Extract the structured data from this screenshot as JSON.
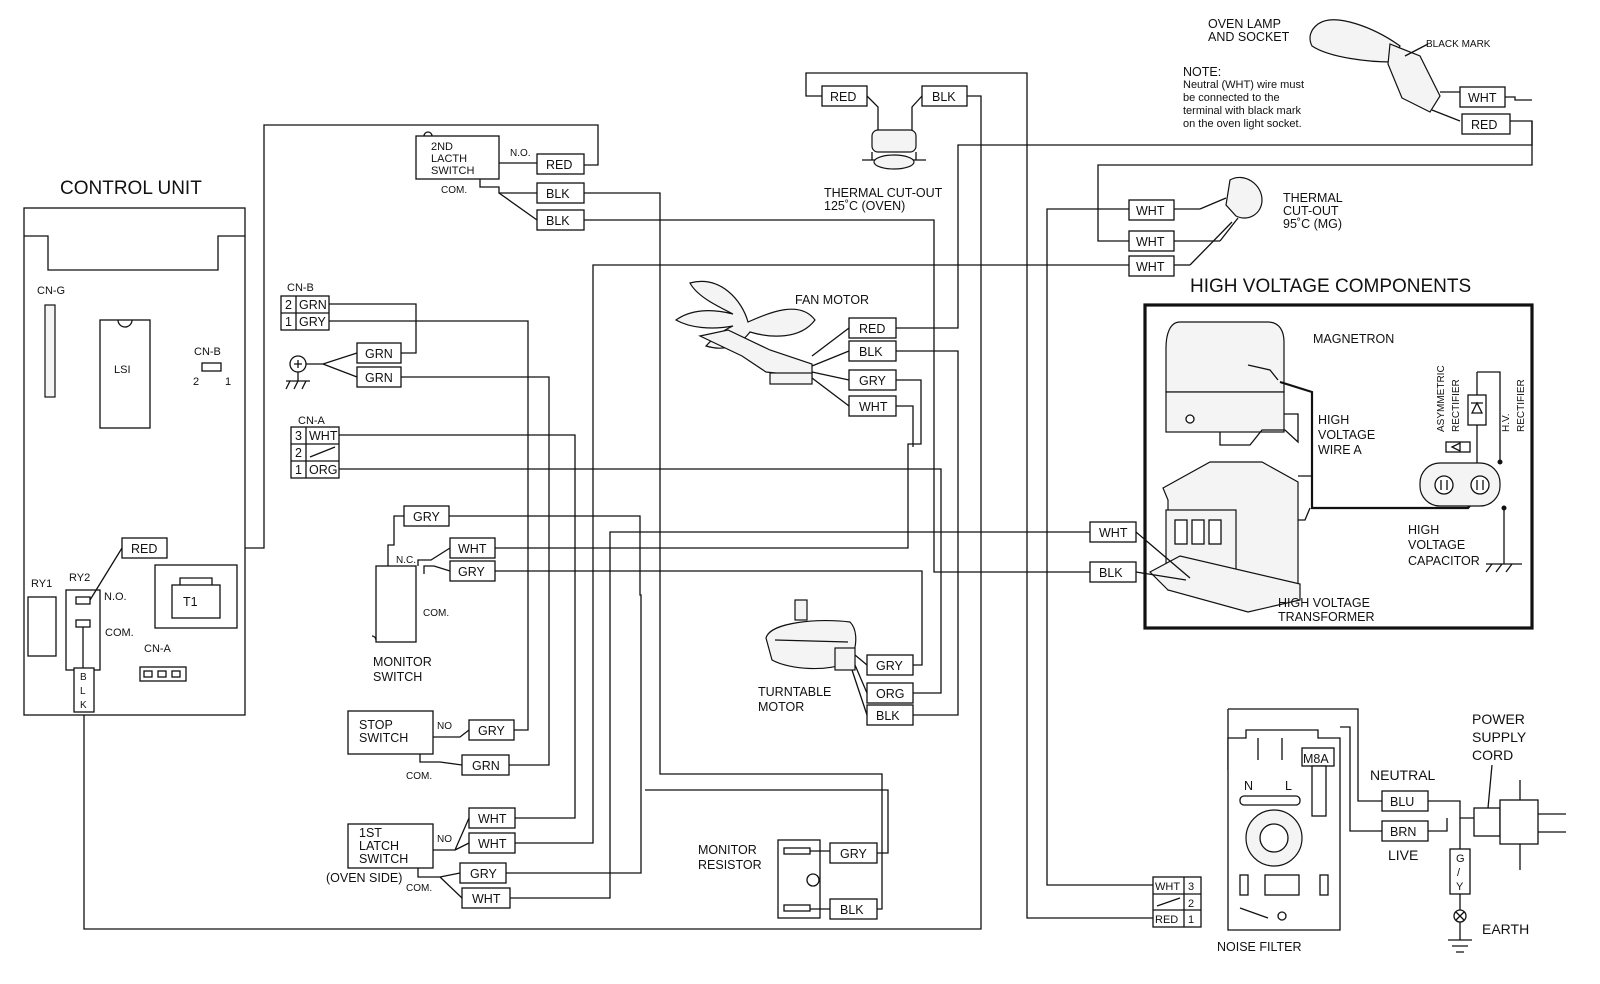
{
  "titles": {
    "control_unit": "CONTROL UNIT",
    "high_voltage": "HIGH VOLTAGE COMPONENTS"
  },
  "control_unit": {
    "cn_g": "CN-G",
    "lsi": "LSI",
    "cn_b": "CN-B",
    "cn_b_pin2": "2",
    "cn_b_pin1": "1",
    "ry1": "RY1",
    "ry2": "RY2",
    "no": "N.O.",
    "com": "COM.",
    "t1": "T1",
    "cn_a": "CN-A",
    "red": "RED",
    "blk": [
      "B",
      "L",
      "K"
    ]
  },
  "latch2": {
    "label": [
      "2ND",
      "LACTH",
      "SWITCH"
    ],
    "no": "N.O.",
    "com": "COM.",
    "red": "RED",
    "blk1": "BLK",
    "blk2": "BLK"
  },
  "cnb_connector": {
    "title": "CN-B",
    "pin2": "2",
    "pin2_color": "GRN",
    "pin1": "1",
    "pin1_color": "GRY"
  },
  "ground_wires": {
    "grn1": "GRN",
    "grn2": "GRN"
  },
  "cna_connector": {
    "title": "CN-A",
    "pin3": "3",
    "pin3_color": "WHT",
    "pin2": "2",
    "pin1": "1",
    "pin1_color": "ORG"
  },
  "monitor_switch": {
    "label": [
      "MONITOR",
      "SWITCH"
    ],
    "nc": "N.C.",
    "com": "COM.",
    "gry_top": "GRY",
    "wht": "WHT",
    "gry": "GRY"
  },
  "stop_switch": {
    "label": [
      "STOP",
      "SWITCH"
    ],
    "no": "NO",
    "com": "COM.",
    "gry": "GRY",
    "grn": "GRN"
  },
  "latch1": {
    "label": [
      "1ST",
      "LATCH",
      "SWITCH"
    ],
    "note": "(OVEN SIDE)",
    "no": "NO",
    "com": "COM.",
    "wht1": "WHT",
    "wht2": "WHT",
    "gry": "GRY",
    "wht3": "WHT"
  },
  "thermal_oven": {
    "red": "RED",
    "blk": "BLK",
    "label": [
      "THERMAL CUT-OUT",
      "125˚C (OVEN)"
    ]
  },
  "fan_motor": {
    "label": "FAN MOTOR",
    "red": "RED",
    "blk": "BLK",
    "gry": "GRY",
    "wht": "WHT"
  },
  "turntable": {
    "label": [
      "TURNTABLE",
      "MOTOR"
    ],
    "gry": "GRY",
    "org": "ORG",
    "blk": "BLK"
  },
  "monitor_resistor": {
    "label": [
      "MONITOR",
      "RESISTOR"
    ],
    "gry": "GRY",
    "blk": "BLK"
  },
  "oven_lamp": {
    "label": [
      "OVEN LAMP",
      "AND SOCKET"
    ],
    "black_mark": "BLACK MARK",
    "note_title": "NOTE:",
    "note": [
      "Neutral  (WHT)  wire  must",
      "be    connected    to    the",
      "terminal  with  black  mark",
      "on the oven light socket."
    ],
    "wht": "WHT",
    "red": "RED"
  },
  "thermal_mg": {
    "label": [
      "THERMAL",
      "CUT-OUT",
      "95˚C (MG)"
    ],
    "wht1": "WHT",
    "wht2": "WHT",
    "wht3": "WHT"
  },
  "hv": {
    "magnetron": "MAGNETRON",
    "wire_a": [
      "HIGH",
      "VOLTAGE",
      "WIRE A"
    ],
    "asym": [
      "ASYMMETRIC",
      "RECTIFIER"
    ],
    "hv_rect": [
      "H.V.",
      "RECTIFIER"
    ],
    "capacitor": [
      "HIGH",
      "VOLTAGE",
      "CAPACITOR"
    ],
    "transformer": [
      "HIGH VOLTAGE",
      "TRANSFORMER"
    ],
    "wht": "WHT",
    "blk": "BLK"
  },
  "noise_filter": {
    "label": "NOISE FILTER",
    "fuse": "M8A",
    "n": "N",
    "l": "L",
    "wht": "WHT",
    "pin3": "3",
    "pin2": "2",
    "pin1": "1",
    "red": "RED"
  },
  "power": {
    "cord": [
      "POWER",
      "SUPPLY",
      "CORD"
    ],
    "neutral": "NEUTRAL",
    "blu": "BLU",
    "brn": "BRN",
    "live": "LIVE",
    "gy": [
      "G",
      "/",
      "Y"
    ],
    "earth": "EARTH"
  }
}
